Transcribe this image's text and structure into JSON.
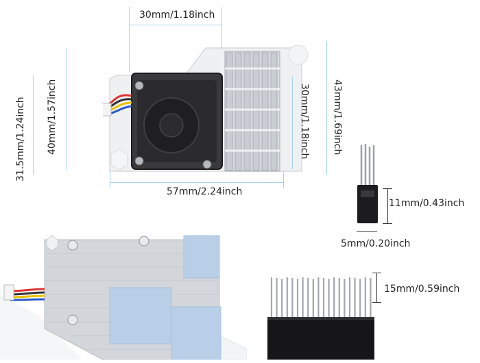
{
  "dimensions": {
    "top_width": "30mm/1.18inch",
    "left_outer_height": "31.5mm/1.24inch",
    "left_inner_height": "40mm/1.57inch",
    "heatsink_height": "30mm/1.18inch",
    "right_height": "43mm/1.69inch",
    "bottom_width": "57mm/2.24inch",
    "header_height": "11mm/0.43inch",
    "header_width": "5mm/0.20inch",
    "pin_strip_height": "15mm/0.59inch"
  },
  "colors": {
    "guide_line": "#a9d4e6",
    "fan_body": "#2b2b2b",
    "heatsink": "#c8ccd2",
    "thermal_pad": "#b9cfe8",
    "bracket": "#e9ebee"
  }
}
